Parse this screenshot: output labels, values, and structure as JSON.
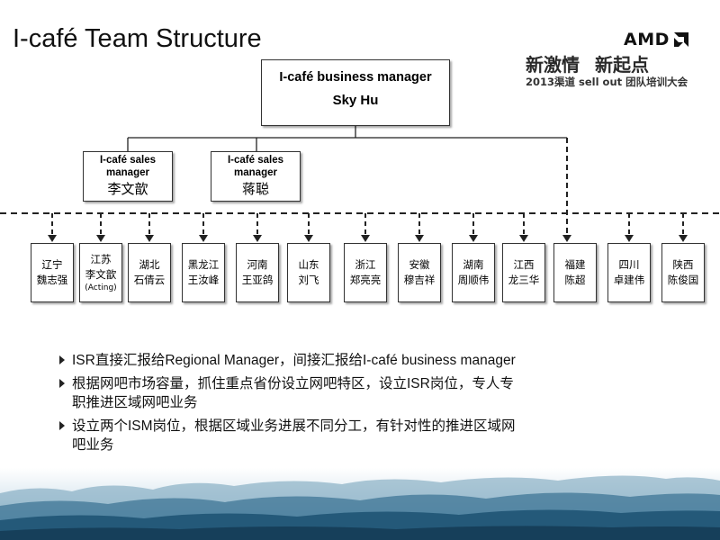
{
  "title": "I-café Team Structure",
  "logo": {
    "text": "AMD",
    "icon": "amd-arrow-icon"
  },
  "slogan": "新激情 新起点",
  "subslogan": "2013渠道 sell out 团队培训大会",
  "org": {
    "top": {
      "title": "I-café business manager",
      "name": "Sky Hu"
    },
    "sales_managers": [
      {
        "title": "I-café sales manager",
        "name": "李文歆"
      },
      {
        "title": "I-café sales manager",
        "name": "蒋聪"
      }
    ],
    "regions": [
      {
        "province": "辽宁",
        "person": "魏志强"
      },
      {
        "province": "江苏",
        "person": "李文歆",
        "extra": "(Acting)"
      },
      {
        "province": "湖北",
        "person": "石倩云"
      },
      {
        "province": "黑龙江",
        "person": "王汝峰"
      },
      {
        "province": "河南",
        "person": "王亚鸽"
      },
      {
        "province": "山东",
        "person": "刘飞"
      },
      {
        "province": "浙江",
        "person": "郑亮亮"
      },
      {
        "province": "安徽",
        "person": "穆吉祥"
      },
      {
        "province": "湖南",
        "person": "周顺伟"
      },
      {
        "province": "江西",
        "person": "龙三华"
      },
      {
        "province": "福建",
        "person": "陈超"
      },
      {
        "province": "四川",
        "person": "卓建伟"
      },
      {
        "province": "陕西",
        "person": "陈俊国"
      }
    ]
  },
  "bullets": [
    "ISR直接汇报给Regional Manager，间接汇报给I-café business manager",
    "根据网吧市场容量，抓住重点省份设立网吧特区，设立ISR岗位，专人专职推进区域网吧业务",
    "设立两个ISM岗位，根据区域业务进展不同分工，有针对性的推进区域网吧业务"
  ]
}
